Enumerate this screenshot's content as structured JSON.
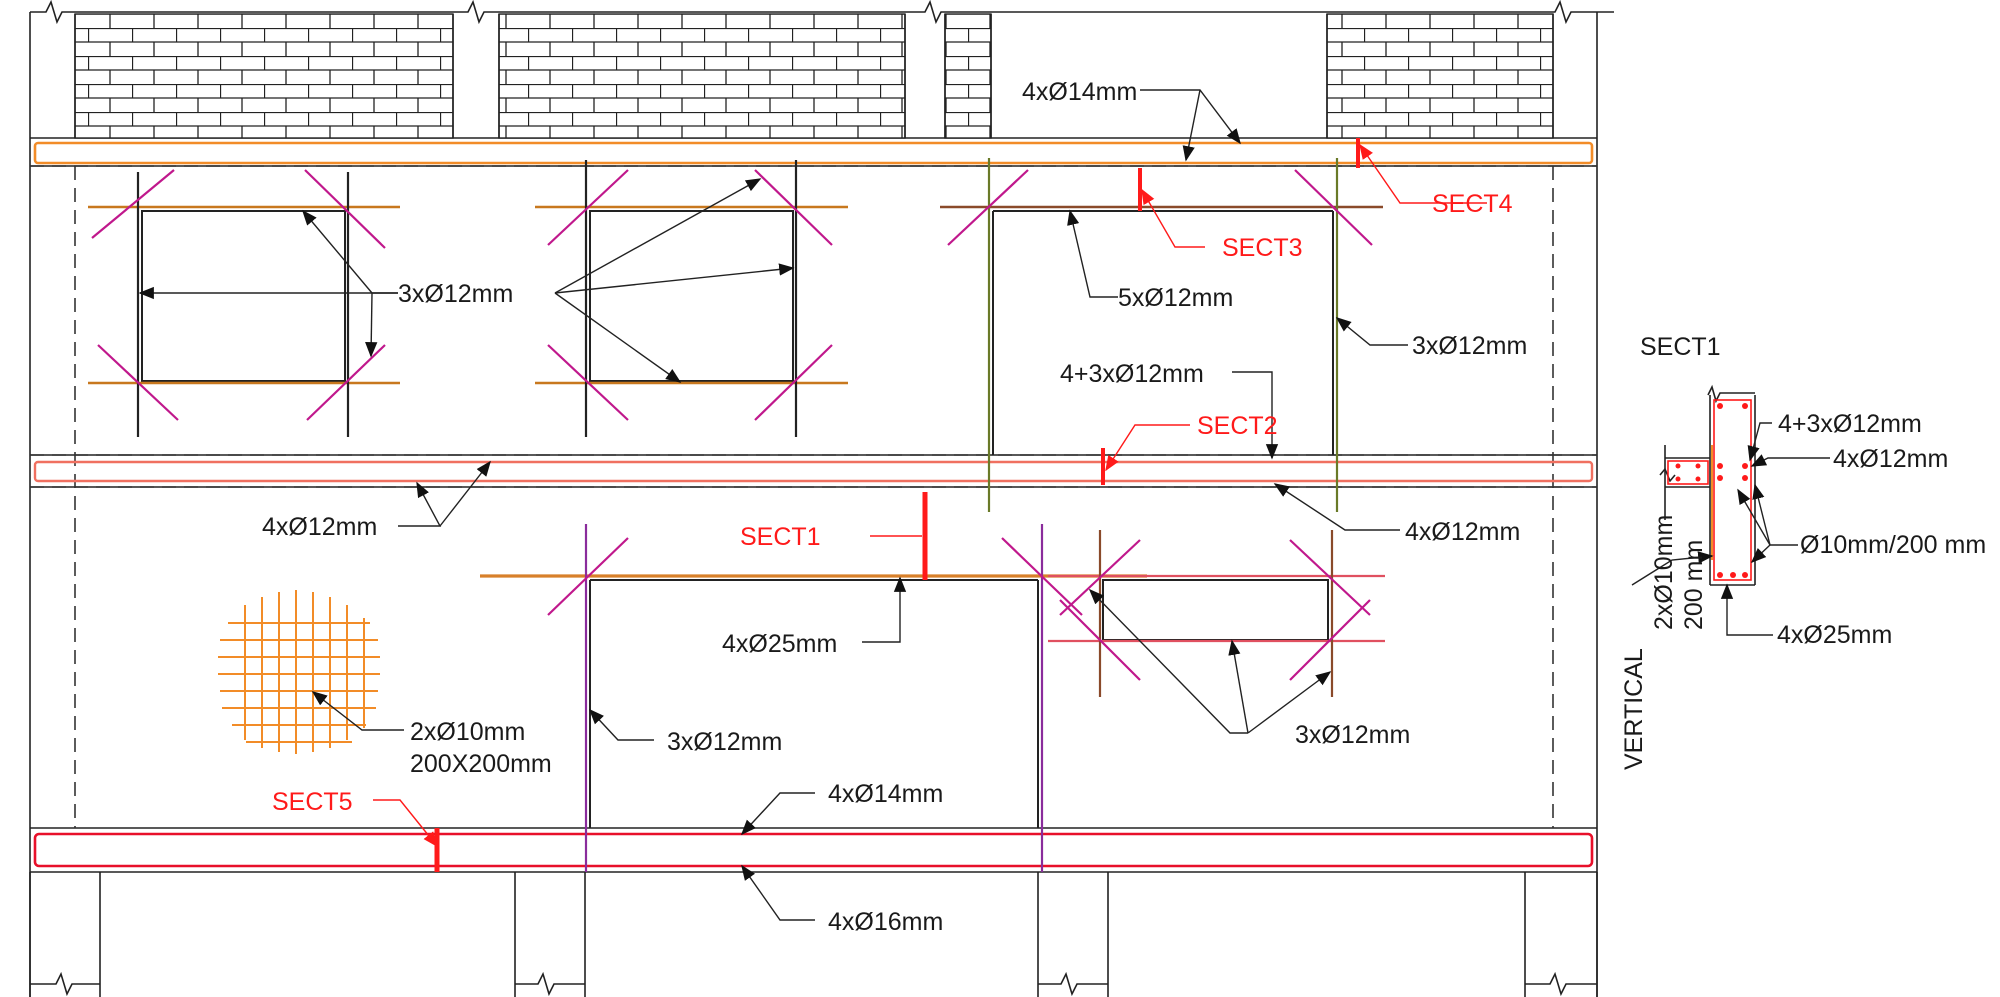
{
  "colors": {
    "annotation_text": "#1a1a1a",
    "section_marker": "#ff1a1a",
    "orange_bar": "#f28c28",
    "magenta_diagonal": "#c0188c",
    "olive_bar": "#6a7a28",
    "purple_bar": "#8a2c9c"
  },
  "labels": {
    "top_beam": "4xØ14mm",
    "upper_windows_trim": "3xØ12mm",
    "upper_right_opening_top": "5xØ12mm",
    "upper_right_opening_side": "3xØ12mm",
    "mid_lintel_bars": "4+3xØ12mm",
    "mid_beam_left": "4xØ12mm",
    "mid_beam_right": "4xØ12mm",
    "door_lintel": "4xØ25mm",
    "mesh": "2xØ10mm",
    "mesh_spacing": "200X200mm",
    "door_side": "3xØ12mm",
    "lower_right_window": "3xØ12mm",
    "bottom_beam_top": "4xØ14mm",
    "bottom_beam_bottom": "4xØ16mm"
  },
  "section_markers": {
    "sect1": "SECT1",
    "sect2": "SECT2",
    "sect3": "SECT3",
    "sect4": "SECT4",
    "sect5": "SECT5"
  },
  "detail": {
    "title": "SECT1",
    "top_bars": "4+3xØ12mm",
    "side_bars": "4xØ12mm",
    "stirrups": "Ø10mm/200 mm",
    "bottom_bars": "4xØ25mm",
    "vertical_line1": "VERTICAL",
    "vertical_line2": "2xØ10mm",
    "vertical_line3": "200 mm"
  }
}
